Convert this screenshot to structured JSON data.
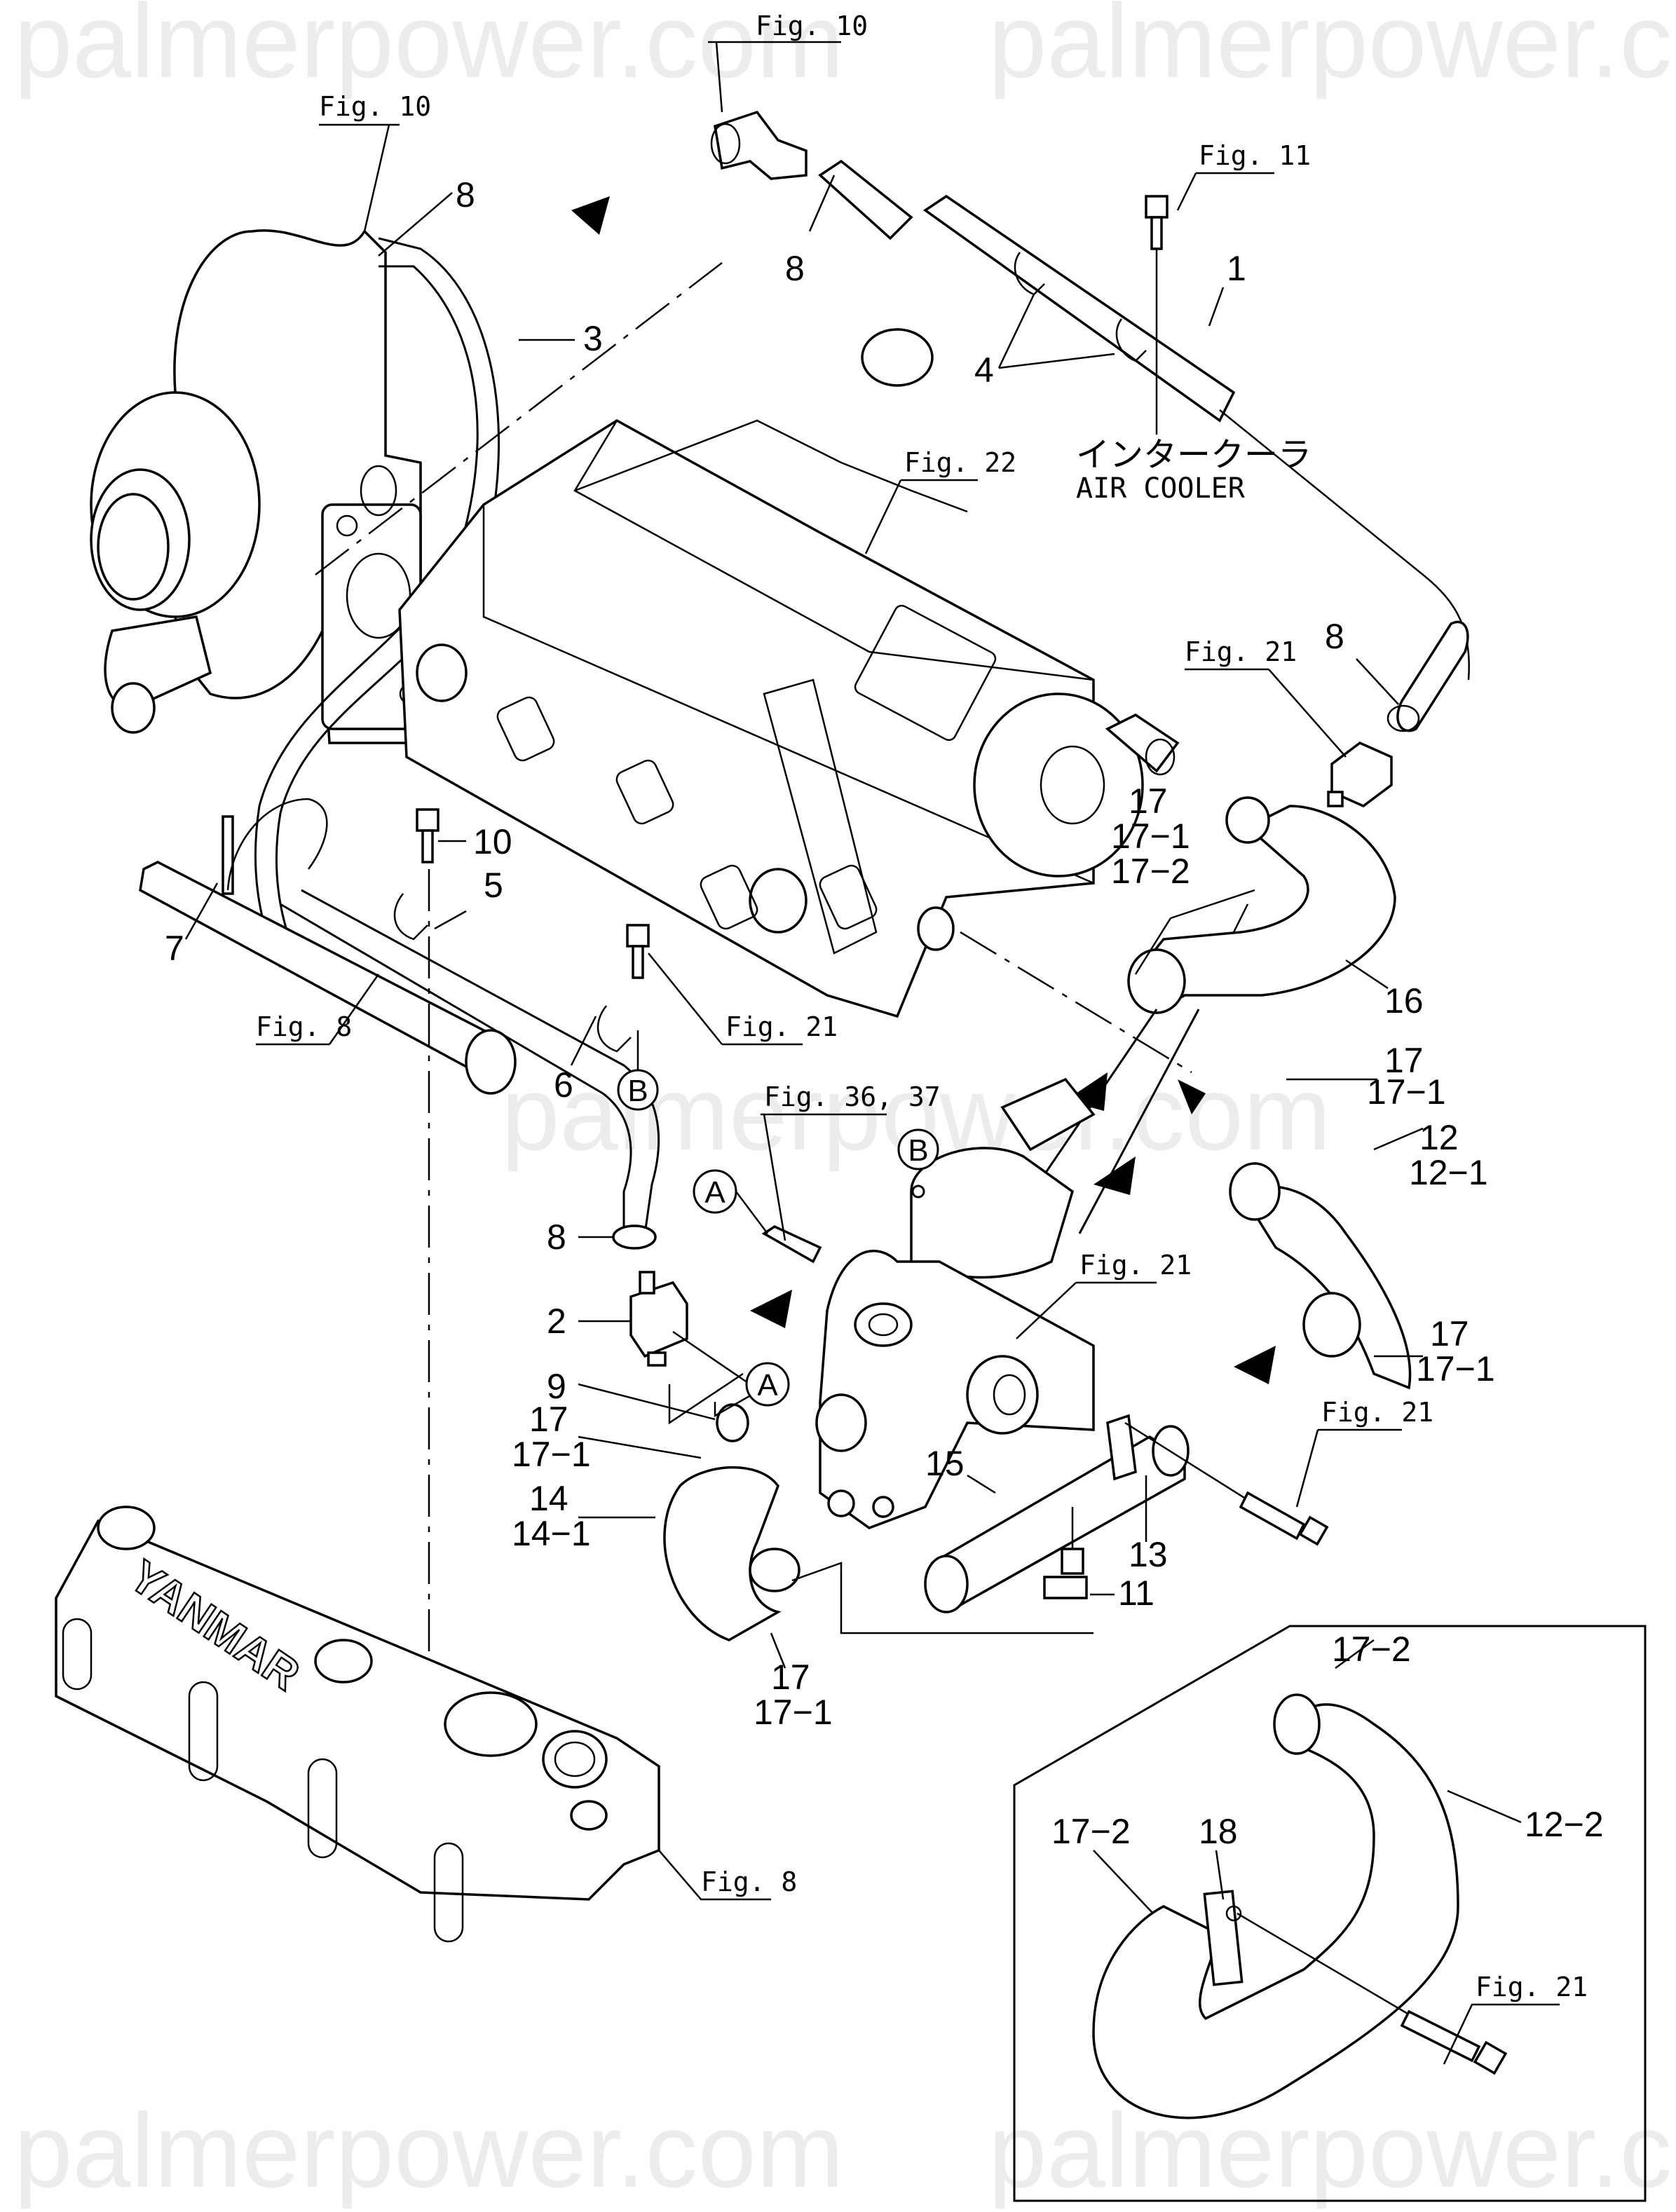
{
  "watermark": "palmerpower.com",
  "figure_refs": {
    "fig10_turbo": "Fig. 10",
    "fig10_elbow": "Fig. 10",
    "fig11": "Fig. 11",
    "fig22": "Fig. 22",
    "fig21_fitting": "Fig. 21",
    "fig8_pipe": "Fig. 8",
    "fig21_bolt_left": "Fig. 21",
    "fig36_37": "Fig. 36, 37",
    "fig21_pump": "Fig. 21",
    "fig21_bolt_right": "Fig. 21",
    "fig8_cover": "Fig. 8",
    "fig21_inset": "Fig. 21"
  },
  "annotations": {
    "air_cooler_jp": "インタークーラ",
    "air_cooler_en": "AIR COOLER"
  },
  "callouts": {
    "c8_turbo": "8",
    "c8_pipe": "8",
    "c1": "1",
    "c4": "4",
    "c3": "3",
    "c8_cooler": "8",
    "c17_top": "17",
    "c17_1_top": "17−1",
    "c17_2_top": "17−2",
    "c16": "16",
    "c10": "10",
    "c5": "5",
    "c7": "7",
    "c6": "6",
    "c17_right": "17",
    "c17_1_right": "17−1",
    "c12": "12",
    "c12_1": "12−1",
    "c8_lower": "8",
    "c2": "2",
    "c17_right2": "17",
    "c17_1_right2": "17−1",
    "c9": "9",
    "c17_left": "17",
    "c17_1_left": "17−1",
    "c15": "15",
    "c14": "14",
    "c14_1": "14−1",
    "c13": "13",
    "c11": "11",
    "c17_bottom": "17",
    "c17_1_bottom": "17−1"
  },
  "connectors": {
    "a1": "A",
    "a2": "A",
    "b1": "B",
    "b2": "B"
  },
  "inset": {
    "c17_2_top": "17−2",
    "c12_2": "12−2",
    "c17_2_left": "17−2",
    "c18": "18"
  },
  "brand_text": "YANMAR"
}
